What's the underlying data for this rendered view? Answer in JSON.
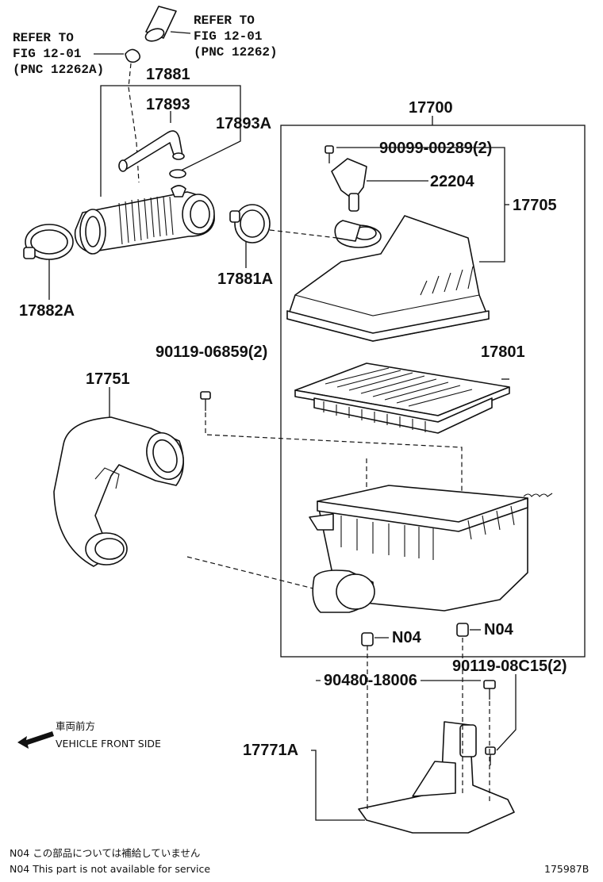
{
  "refs": {
    "left": [
      "REFER TO",
      "FIG 12-01",
      "(PNC 12262A)"
    ],
    "right": [
      "REFER TO",
      "FIG 12-01",
      "(PNC 12262)"
    ]
  },
  "labels": {
    "p17881": "17881",
    "p17893": "17893",
    "p17893A": "17893A",
    "p17700": "17700",
    "p90099": "90099-00289(2)",
    "p22204": "22204",
    "p17705": "17705",
    "p17881A": "17881A",
    "p17882A": "17882A",
    "p90119a": "90119-06859(2)",
    "p17801": "17801",
    "p17751": "17751",
    "n04a": "N04",
    "n04b": "N04",
    "p90119b": "90119-08C15(2)",
    "p90480": "90480-18006",
    "p17771A": "17771A"
  },
  "direction": {
    "jp": "車両前方",
    "en": "VEHICLE FRONT SIDE",
    "icon": "arrow-left-down-icon"
  },
  "notes": {
    "jp": "N04 この部品については補給していません",
    "en": "N04 This part is not available for service"
  },
  "figure_id": "175987B"
}
